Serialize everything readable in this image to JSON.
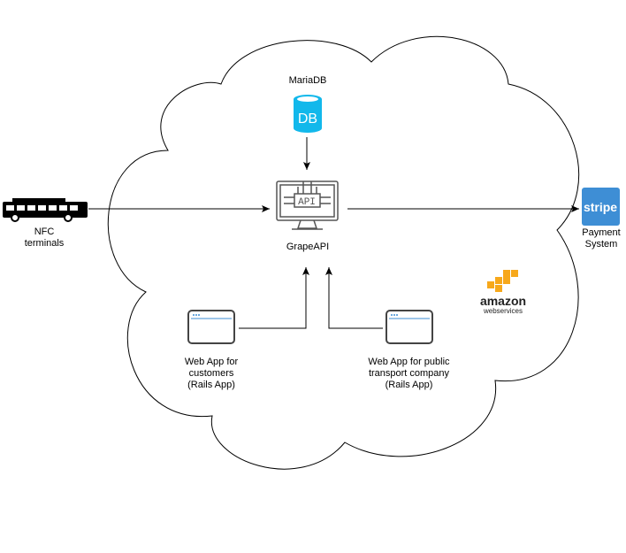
{
  "diagram": {
    "cloud_label": "",
    "nodes": {
      "mariadb": {
        "label": "MariaDB",
        "icon_text": "DB",
        "color": "#12B8EB"
      },
      "grapeapi": {
        "label": "GrapeAPI",
        "icon_text": "API"
      },
      "nfc": {
        "label_line1": "NFC",
        "label_line2": "terminals"
      },
      "stripe": {
        "icon_text": "stripe",
        "label_line1": "Payment",
        "label_line2": "System",
        "color": "#3E8ED5"
      },
      "aws": {
        "line1": "amazon",
        "line2": "webservices",
        "color": "#F7A81B"
      },
      "webapp_customers": {
        "line1": "Web App for",
        "line2": "customers",
        "line3": "(Rails App)"
      },
      "webapp_transport": {
        "line1": "Web App for public",
        "line2": "transport company",
        "line3": "(Rails App)"
      }
    }
  }
}
